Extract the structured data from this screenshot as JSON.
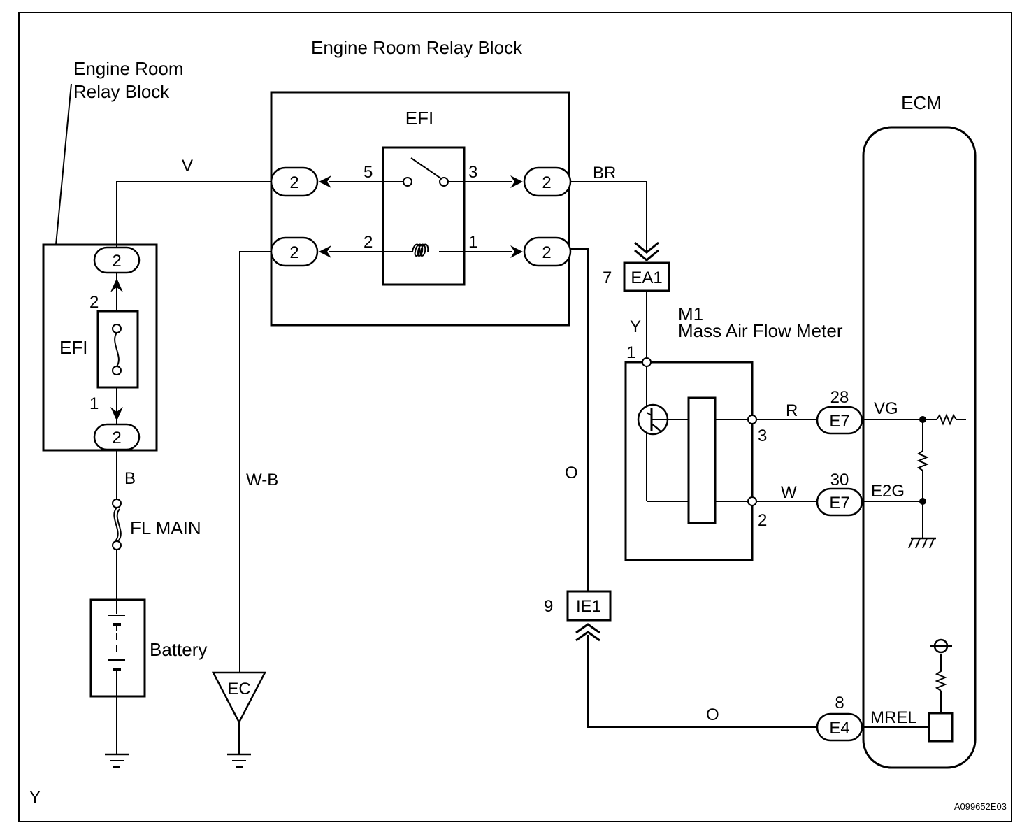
{
  "figure_code": "A099652E03",
  "corner_mark": "Y",
  "relay_block_label_left": [
    "Engine Room",
    "Relay Block"
  ],
  "relay_block_label_top": "Engine Room Relay Block",
  "efi_relay": {
    "name": "EFI",
    "pins": [
      "5",
      "3",
      "2",
      "1"
    ]
  },
  "efi_fuse": {
    "name": "EFI",
    "pins": [
      "2",
      "1"
    ]
  },
  "connector_no": "2",
  "wires": {
    "v": "V",
    "br": "BR",
    "b": "B",
    "wb": "W-B",
    "o_mid": "O",
    "y": "Y",
    "r": "R",
    "w": "W",
    "o_bottom": "O"
  },
  "fl_main": "FL MAIN",
  "battery": "Battery",
  "ground_ec": "EC",
  "junctions": [
    {
      "pin": "7",
      "name": "EA1"
    },
    {
      "pin": "9",
      "name": "IE1"
    }
  ],
  "maf": {
    "id": "M1",
    "name": "Mass Air Flow Meter",
    "pins": [
      "1",
      "3",
      "2"
    ]
  },
  "ecm": {
    "title": "ECM",
    "connectors": [
      {
        "pin": "28",
        "conn": "E7",
        "signal": "VG"
      },
      {
        "pin": "30",
        "conn": "E7",
        "signal": "E2G"
      },
      {
        "pin": "8",
        "conn": "E4",
        "signal": "MREL"
      }
    ]
  }
}
